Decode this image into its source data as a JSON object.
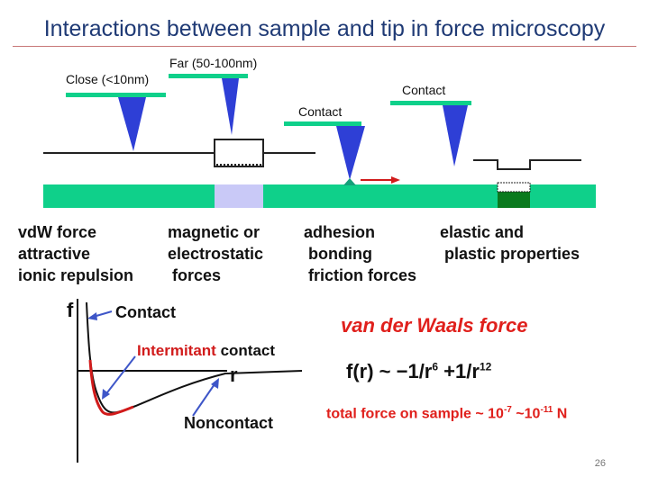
{
  "title": "Interactions between sample and tip in force microscopy",
  "tips": {
    "close": "Close (<10nm)",
    "far": "Far (50-100nm)",
    "contact_adhesion": "Contact",
    "contact_elastic": "Contact"
  },
  "effects": {
    "vdw": "vd​W force\nattractive\nionic repulsion",
    "magnetic": "magnetic or\nelectrostatic\n forces",
    "adhesion": "adhesion\n bonding\n friction forces",
    "elastic": "elastic and\n plastic properties"
  },
  "curve": {
    "axis_f": "f",
    "axis_r": "r",
    "contact": "Contact",
    "intermitant_red": "Intermitant",
    "intermitant_black": " contact",
    "noncontact": "Noncontact"
  },
  "vdw": {
    "title": "van der Waals force",
    "formula_prefix": "f(r)  ~  −1/r",
    "exp1": "6",
    "formula_mid": " +1/r",
    "exp2": "12",
    "total_prefix": "total force on sample ~  10",
    "total_exp1": "-7",
    "total_mid": " ~10",
    "total_exp2": "-11",
    "total_suffix": " N"
  },
  "slide_number": "26",
  "colors": {
    "sample": "#0fd08a",
    "cantilever": "#0fd08a",
    "tip": "#2e3fd6",
    "magnetic_region": "#c9c9f7",
    "title": "#1f3a75",
    "accent_red": "#e0201c"
  }
}
